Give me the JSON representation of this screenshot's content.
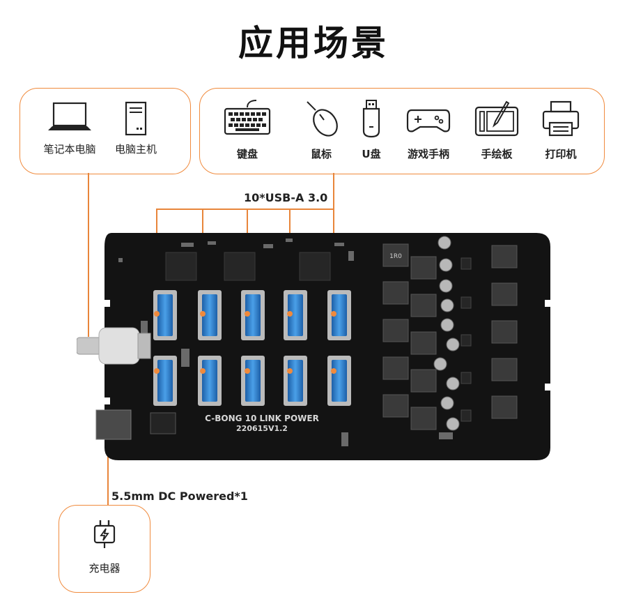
{
  "title": "应用场景",
  "host_devices": [
    {
      "label": "笔记本电脑",
      "icon": "laptop-icon"
    },
    {
      "label": "电脑主机",
      "icon": "desktop-tower-icon"
    }
  ],
  "peripherals": [
    {
      "label": "键盘",
      "icon": "keyboard-icon"
    },
    {
      "label": "鼠标",
      "icon": "mouse-icon"
    },
    {
      "label": "U盘",
      "icon": "usb-drive-icon"
    },
    {
      "label": "游戏手柄",
      "icon": "gamepad-icon"
    },
    {
      "label": "手绘板",
      "icon": "drawing-tablet-icon"
    },
    {
      "label": "打印机",
      "icon": "printer-icon"
    }
  ],
  "usb_callout": "10*USB-A 3.0",
  "dc_callout": "5.5mm DC Powered*1",
  "charger": {
    "label": "充电器",
    "icon": "charger-icon"
  },
  "board": {
    "silkscreen_line1": "C-BONG 10 LINK POWER",
    "silkscreen_line2": "220615V1.2",
    "inductor_marking": "1R0",
    "usb_port_count": 10
  },
  "colors": {
    "accent": "#f08a3c",
    "board": "#141414",
    "usb_blue": "#3a8fd8"
  }
}
